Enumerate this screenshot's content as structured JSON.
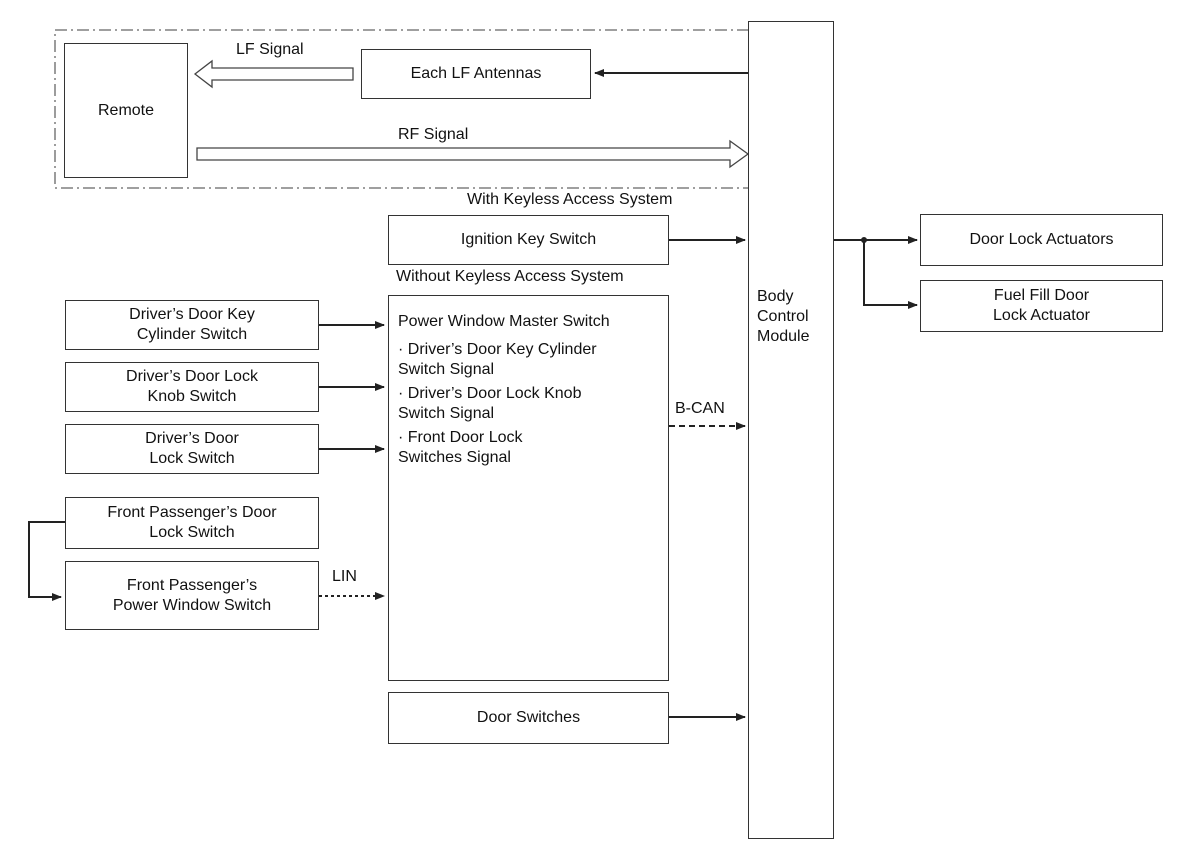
{
  "diagram": {
    "remote": "Remote",
    "each_lf_antennas": "Each LF Antennas",
    "lf_signal": "LF Signal",
    "rf_signal": "RF Signal",
    "with_keyless_access_system": "With Keyless Access System",
    "ignition_key_switch": "Ignition Key Switch",
    "without_keyless_access_system": "Without Keyless Access System",
    "power_window_master_switch": {
      "title": "Power Window Master Switch",
      "signals": [
        "· Driver’s Door Key Cylinder\nSwitch Signal",
        "· Driver’s Door Lock Knob\nSwitch Signal",
        "· Front Door Lock\nSwitches Signal"
      ]
    },
    "drivers_door_key_cylinder_switch": "Driver’s Door Key\nCylinder Switch",
    "drivers_door_lock_knob_switch": "Driver’s Door Lock\nKnob Switch",
    "drivers_door_lock_switch": "Driver’s Door\nLock Switch",
    "front_passengers_door_lock_switch": "Front Passenger’s Door\nLock Switch",
    "front_passengers_power_window_switch": "Front Passenger’s\nPower Window Switch",
    "lin": "LIN",
    "b_can": "B-CAN",
    "door_switches": "Door Switches",
    "body_control_module": "Body\nControl\nModule",
    "door_lock_actuators": "Door Lock Actuators",
    "fuel_fill_door_lock_actuator": "Fuel Fill Door\nLock Actuator"
  }
}
